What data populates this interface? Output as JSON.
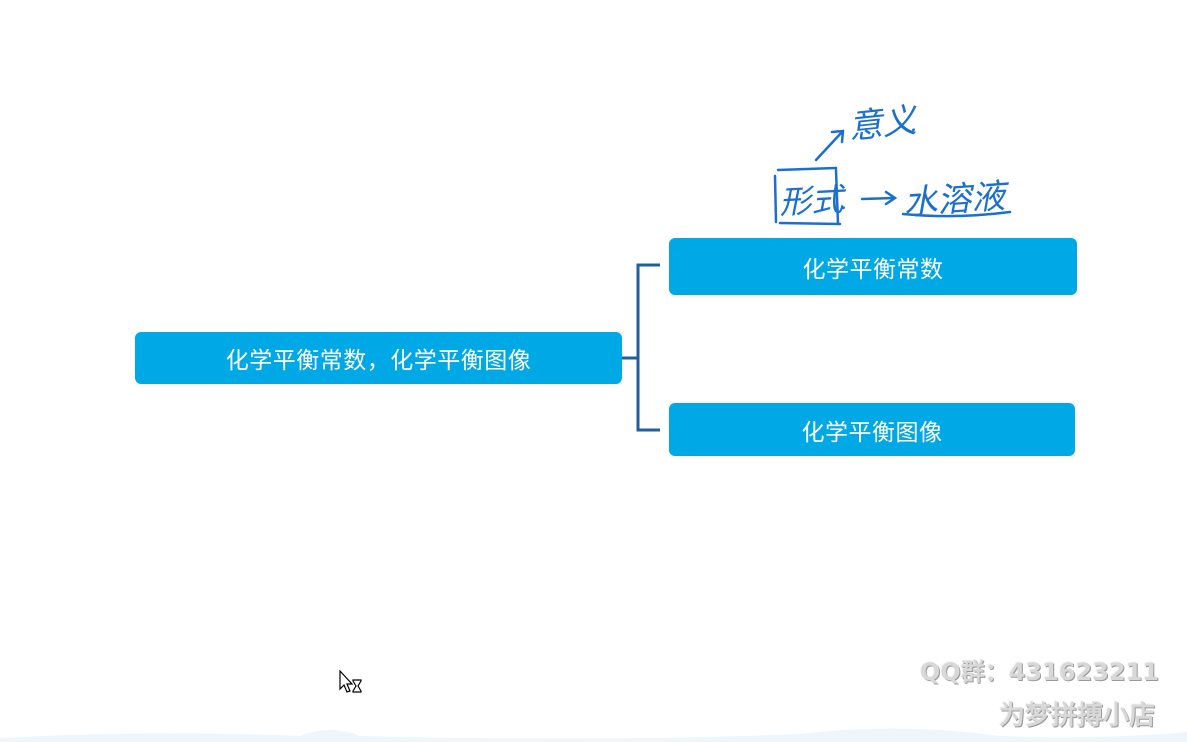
{
  "diagram": {
    "root": {
      "label": "化学平衡常数，化学平衡图像"
    },
    "children": [
      {
        "label": "化学平衡常数"
      },
      {
        "label": "化学平衡图像"
      }
    ],
    "colors": {
      "node_fill": "#00a9e6",
      "node_text": "#ffffff",
      "connector": "#1f5f9e",
      "handwriting": "#1a6fd1"
    }
  },
  "annotations": {
    "meaning": "意义",
    "form": "形式",
    "solution": "水溶液",
    "dot": "."
  },
  "watermark": {
    "qq_group": "QQ群：431623211",
    "shop": "为梦拼搏小店"
  },
  "icons": {
    "cursor": "busy-arrow-cursor-icon"
  }
}
